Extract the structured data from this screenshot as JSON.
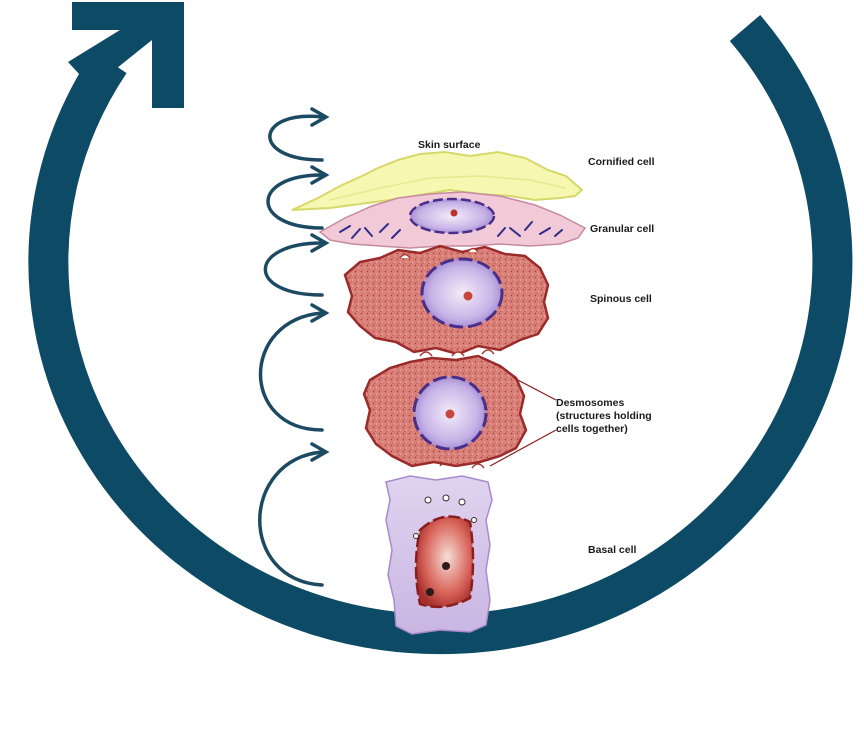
{
  "labels": {
    "skin_surface": "Skin surface",
    "cornified": "Cornified cell",
    "granular": "Granular cell",
    "spinous": "Spinous cell",
    "desmosomes_1": "Desmosomes",
    "desmosomes_2": "(structures holding",
    "desmosomes_3": "cells together)",
    "basal": "Basal cell"
  },
  "colors": {
    "cycle_arrow": "#0c4a66",
    "curl_arrow": "#1d4a63",
    "cornified_fill": "#f6f7b0",
    "cornified_stroke": "#d6d86a",
    "granular_fill": "#f2c9d6",
    "spinous_fill": "#d97d78",
    "spinous_stroke": "#9b2a2a",
    "nucleus_fill": "#cdb7e8",
    "nucleus_stroke": "#4a2f8a",
    "basal_fill": "#d6c6ea",
    "basal_nucleus": "#c9463c",
    "leader_line": "#8a1d1d"
  }
}
